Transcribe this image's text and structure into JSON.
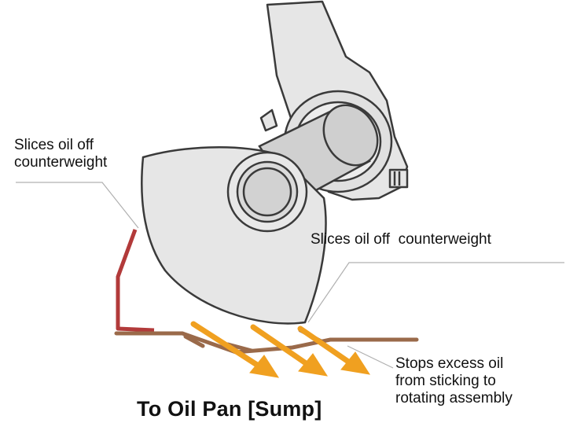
{
  "diagram": {
    "labels": {
      "left_line1": "Slices oil off",
      "left_line2": "counterweight",
      "right": "Slices oil off  counterweight",
      "bottom_right_line1": "Stops excess oil",
      "bottom_right_line2": "from sticking to",
      "bottom_right_line3": "rotating assembly"
    },
    "caption": "To Oil Pan [Sump]",
    "colors": {
      "part_fill": "#e6e6e6",
      "part_outline": "#3a3a3a",
      "scraper_red": "#b23a3a",
      "windage_tray": "#9a6a4a",
      "oil_arrow": "#f0a020"
    }
  }
}
